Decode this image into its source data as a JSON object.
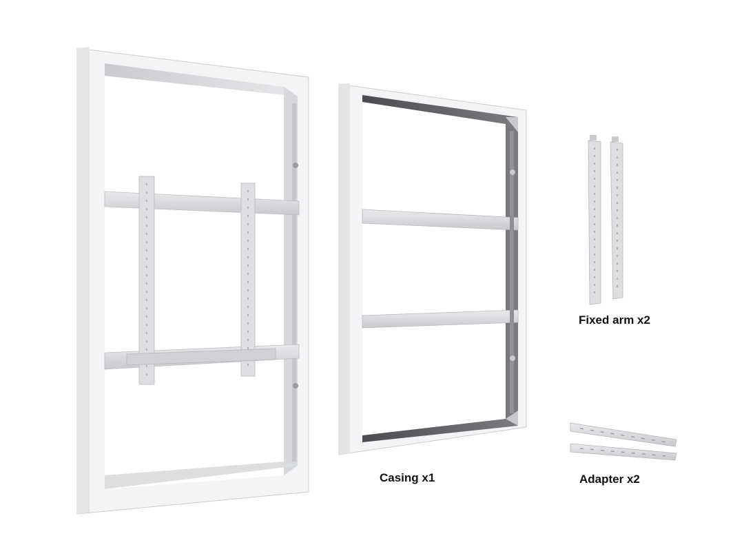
{
  "captions": {
    "casing": "Casing x1",
    "fixed_arm": "Fixed arm x2",
    "adapter": "Adapter x2"
  },
  "colors": {
    "background": "#ffffff",
    "frame_face": "#f1f2f3",
    "frame_side": "#d4d6d9",
    "frame_inner_dark": "#5a5c60",
    "bracket": "#d9dbde",
    "caption_text": "#111111"
  }
}
